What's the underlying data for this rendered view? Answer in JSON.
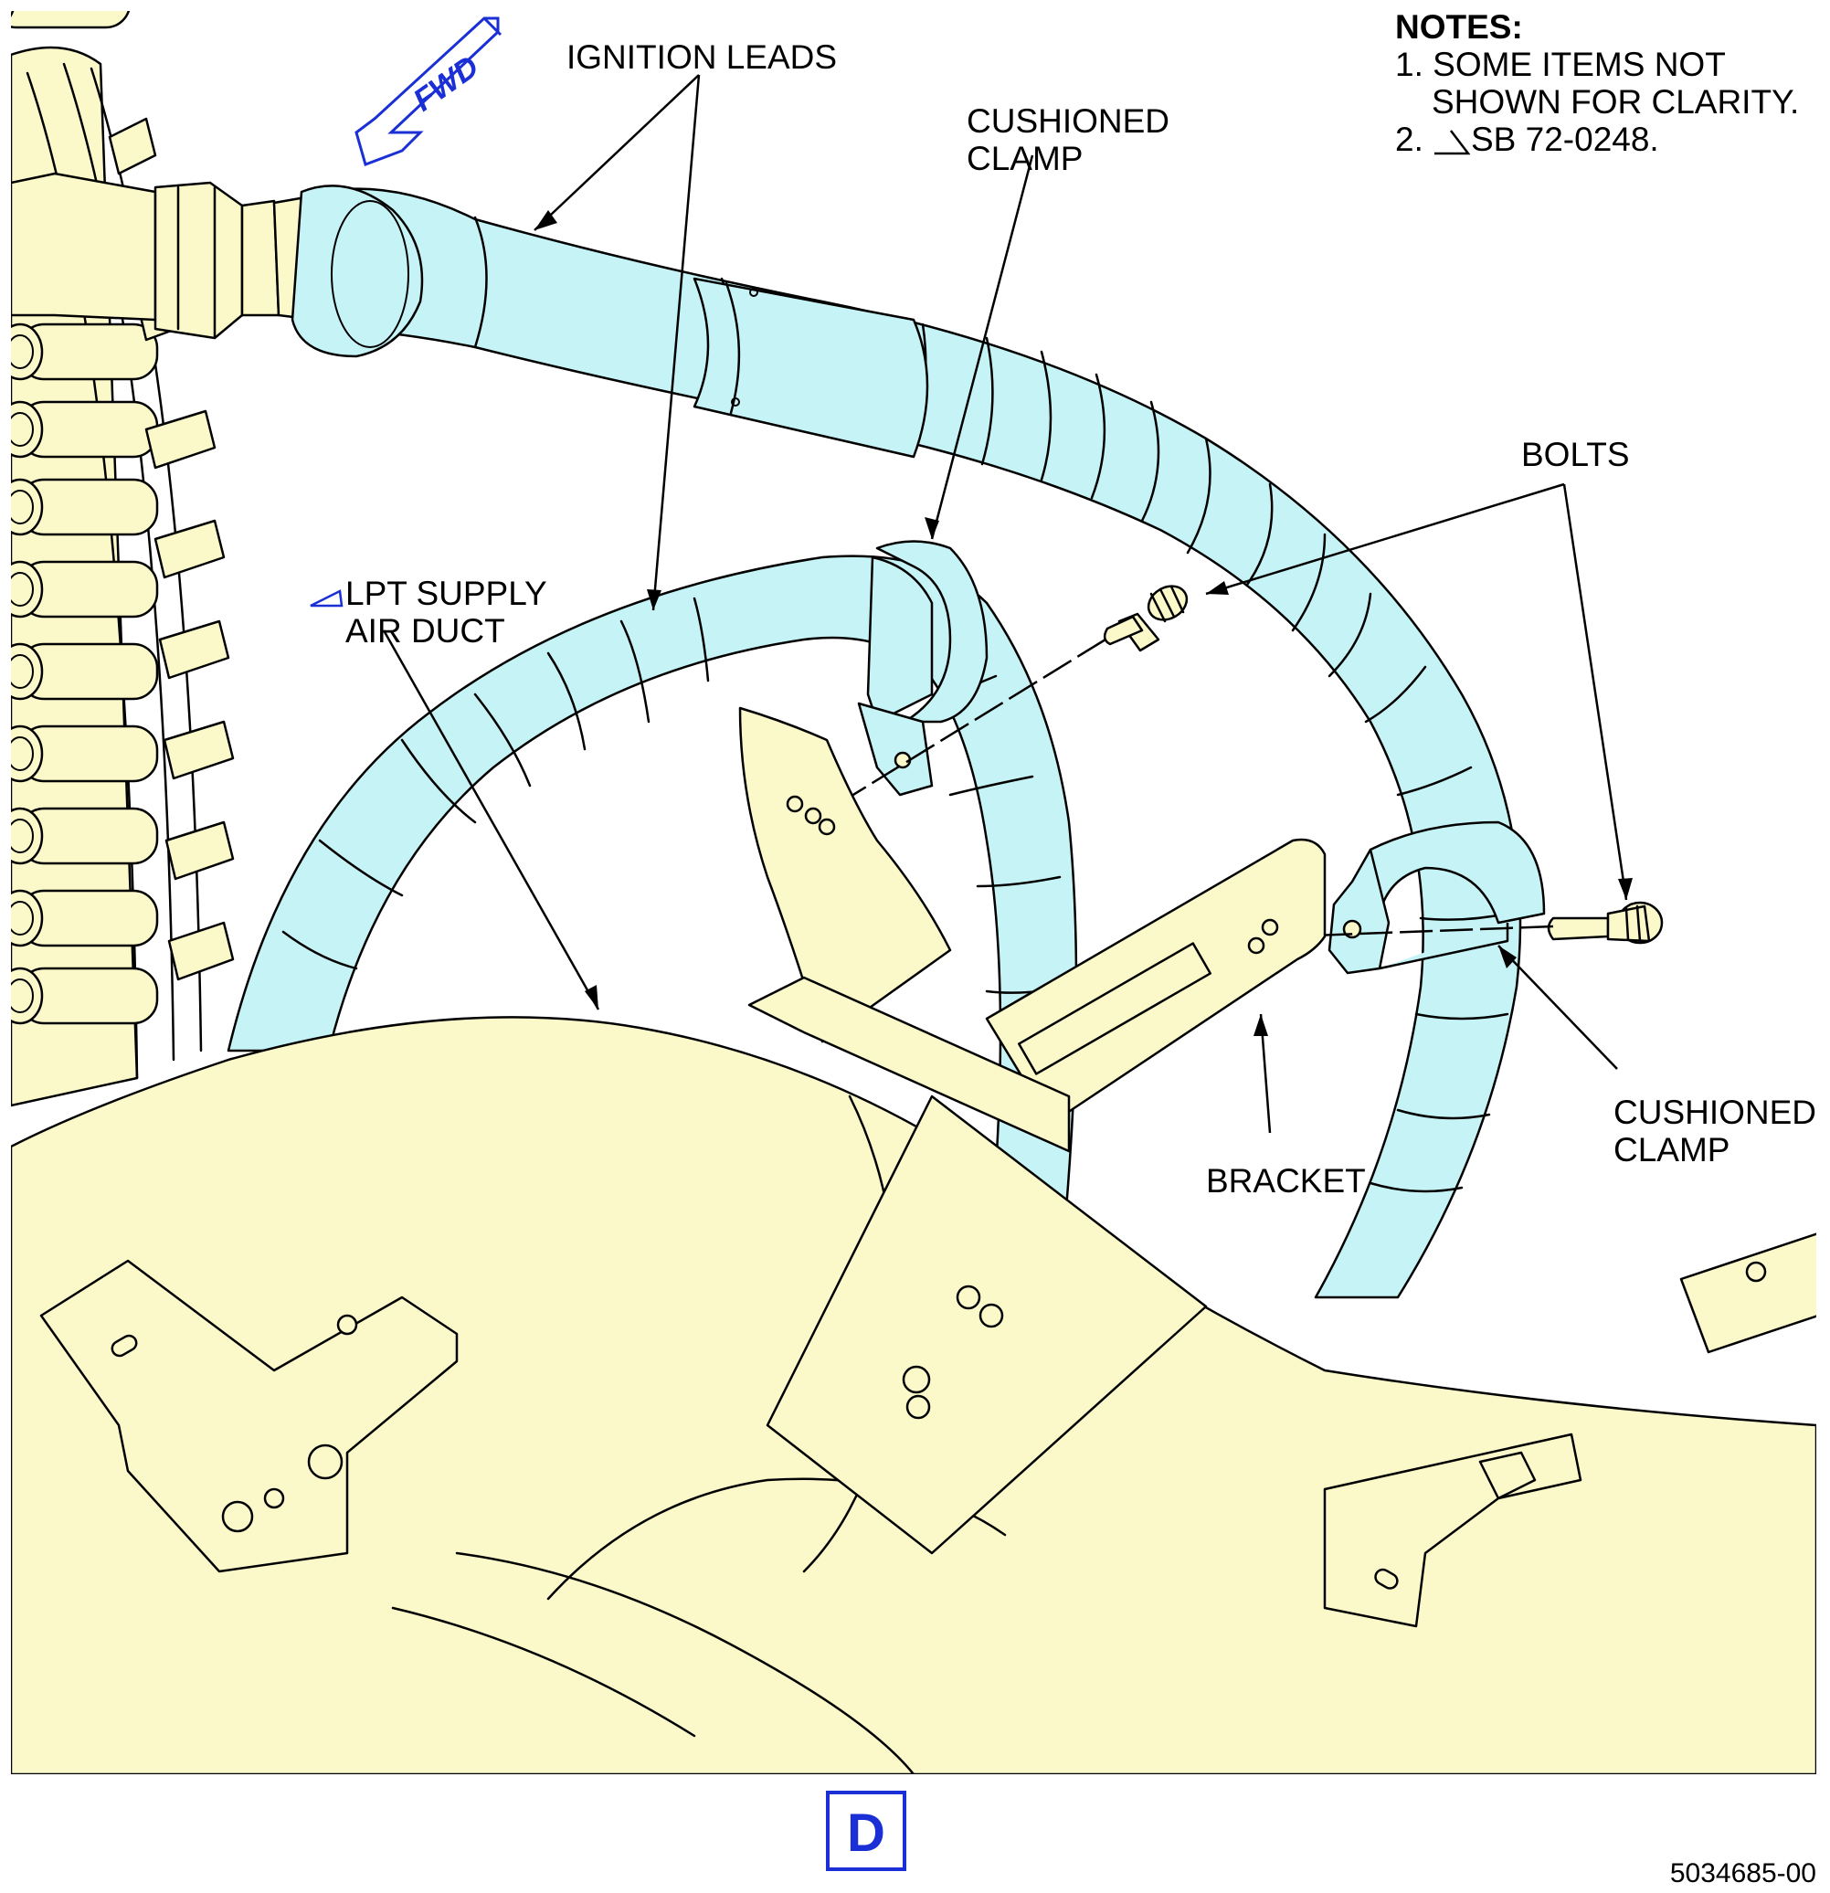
{
  "fwd_indicator": "FWD",
  "labels": {
    "ignition_leads": "IGNITION LEADS",
    "cushioned_clamp_top_1": "CUSHIONED",
    "cushioned_clamp_top_2": "CLAMP",
    "bolts": "BOLTS",
    "lpt_duct_1": "LPT SUPPLY",
    "lpt_duct_2": "AIR DUCT",
    "bracket": "BRACKET",
    "cushioned_clamp_right_1": "CUSHIONED",
    "cushioned_clamp_right_2": "CLAMP"
  },
  "notes": {
    "title": "NOTES:",
    "line1": "1. SOME ITEMS NOT",
    "line1b": "SHOWN FOR CLARITY.",
    "line2": "2.",
    "line2_ref": "SB 72-0248."
  },
  "view_label": "D",
  "figure_number": "5034685-00",
  "colors": {
    "part_yellow": "#fbf8c9",
    "lead_blue": "#c6f3f6",
    "accent_blue": "#1a2fd6",
    "line": "#000000"
  }
}
